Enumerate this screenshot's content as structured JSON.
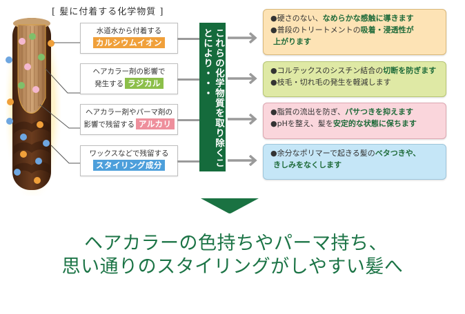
{
  "section_title": "[ 髪に付着する化学物質 ]",
  "sources": [
    {
      "line1": "水道水から付着する",
      "tag": "カルシウムイオン",
      "tag_color": "#f0a03a",
      "tag_inline": false
    },
    {
      "line1": "ヘアカラー剤の影響で",
      "line2": "発生する",
      "tag": "ラジカル",
      "tag_color": "#8cbf4a",
      "tag_inline": true
    },
    {
      "line1": "ヘアカラー剤やパーマ剤の",
      "line2": "影響で残留する",
      "tag": "アルカリ",
      "tag_color": "#ee8f9c",
      "tag_inline": true
    },
    {
      "line1": "ワックスなどで残留する",
      "tag": "スタイリング成分",
      "tag_color": "#4d9fdb",
      "tag_inline": false
    }
  ],
  "remove_box": {
    "text": "これらの化学物質を取り除くことにより・・・",
    "color": "#156b3c"
  },
  "results": [
    {
      "bg": "#fde3b5",
      "border": "#d8b77a",
      "lines": [
        [
          {
            "t": "●硬さのない、"
          },
          {
            "t": "なめらかな感触に導きます",
            "hl": true
          }
        ],
        [
          {
            "t": "●普段のトリートメントの"
          },
          {
            "t": "吸着・浸透性が",
            "hl": true
          }
        ],
        [
          {
            "t": "上がります",
            "hl": true,
            "indent": true
          }
        ]
      ]
    },
    {
      "bg": "#dfe9a5",
      "border": "#b6c574",
      "lines": [
        [
          {
            "t": "●コルテックスのシスチン結合の"
          },
          {
            "t": "切断を防ぎます",
            "hl": true
          }
        ],
        [
          {
            "t": "●枝毛・切れ毛の発生を軽減します"
          }
        ]
      ]
    },
    {
      "bg": "#fad6dc",
      "border": "#dba7b0",
      "lines": [
        [
          {
            "t": "●脂質の流出を防ぎ、"
          },
          {
            "t": "パサつきを抑えます",
            "hl": true
          }
        ],
        [
          {
            "t": "●pHを整え、髪を"
          },
          {
            "t": "安定的な状態に保ちます",
            "hl": true
          }
        ]
      ]
    },
    {
      "bg": "#c5e6f7",
      "border": "#9ec5da",
      "lines": [
        [
          {
            "t": "●余分なポリマーで起きる髪の"
          },
          {
            "t": "ベタつきや、",
            "hl": true
          }
        ],
        [
          {
            "t": "きしみをなくします",
            "hl": true,
            "indent": true
          }
        ]
      ]
    }
  ],
  "conclusion": {
    "line1": "ヘアカラーの色持ちやパーマ持ち、",
    "line2": "思い通りのスタイリングがしやすい髪へ",
    "color": "#1c7446"
  },
  "icons": {
    "arrow": "right-arrow-icon",
    "down": "down-triangle-icon",
    "particles": {
      "calcium": "#f0a03a",
      "radical": "#7fbf6a",
      "alkali": "#f4b8cf",
      "styling": "#6ea6e0"
    }
  }
}
